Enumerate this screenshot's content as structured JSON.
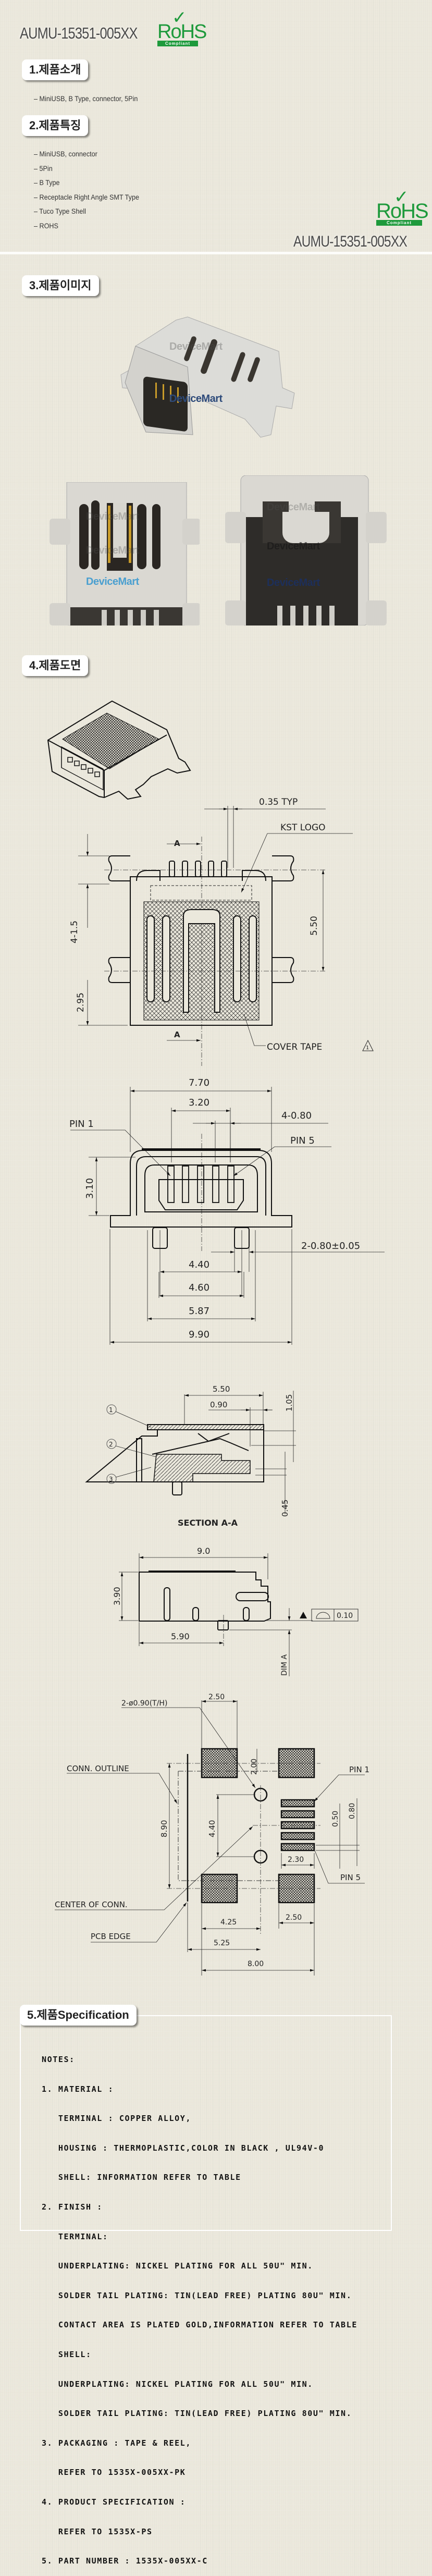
{
  "header": {
    "part_number": "AUMU-15351-005XX",
    "rohs_logo": "RoHS",
    "rohs_sub": "Compliant"
  },
  "sections": {
    "intro": {
      "title": "1.제품소개",
      "items": [
        "MiniUSB, B Type, connector, 5Pin"
      ]
    },
    "features": {
      "title": "2.제품특징",
      "items": [
        "MiniUSB, connector",
        "5Pin",
        "B Type",
        "Receptacle Right Angle SMT Type",
        "Tuco Type Shell",
        "ROHS"
      ]
    },
    "images": {
      "title": "3.제품이미지",
      "watermark": "DeviceMart"
    },
    "drawing": {
      "title": "4.제품도면"
    },
    "spec": {
      "title": "5.제품Specification"
    }
  },
  "drawing_labels": {
    "top_view": {
      "typ": "0.35 TYP",
      "logo": "KST LOGO",
      "section_mark_top": "A",
      "section_mark_bottom": "A",
      "dim_left_top": "4-1.5",
      "dim_left_bottom": "2.95",
      "dim_right": "5.50",
      "cover_tape": "COVER TAPE",
      "note_mark": "1"
    },
    "front_view": {
      "dim_770": "7.70",
      "dim_320": "3.20",
      "pitch": "4-0.80",
      "pin1": "PIN 1",
      "pin5": "PIN 5",
      "dim_310": "3.10",
      "leg": "2-0.80±0.05",
      "dim_440": "4.40",
      "dim_460": "4.60",
      "dim_587": "5.87",
      "dim_990": "9.90"
    },
    "section_view": {
      "dim_550": "5.50",
      "dim_090": "0.90",
      "dim_105": "1.05",
      "dim_045": "0.45",
      "callouts": [
        "1",
        "2",
        "3"
      ],
      "title": "SECTION A-A"
    },
    "side_view": {
      "dim_90": "9.0",
      "dim_390": "3.90",
      "dim_590": "5.90",
      "flatness": "0.10",
      "dim_a": "DIM A"
    },
    "footprint": {
      "hole": "2-ø0.90(T/H)",
      "dim_250_top": "2.50",
      "dim_200": "2.00",
      "conn_outline": "CONN. OUTLINE",
      "pin1": "PIN 1",
      "dim_890": "8.90",
      "dim_440": "4.40",
      "dim_050": "0.50",
      "dim_080": "0.80",
      "dim_230": "2.30",
      "pin5": "PIN 5",
      "center": "CENTER OF CONN.",
      "pcb_edge": "PCB EDGE",
      "dim_425": "4.25",
      "dim_250_bottom": "2.50",
      "dim_525": "5.25",
      "dim_800": "8.00"
    }
  },
  "spec_notes": [
    "NOTES:",
    "1. MATERIAL :",
    "   TERMINAL : COPPER ALLOY,",
    "   HOUSING : THERMOPLASTIC,COLOR IN BLACK , UL94V-0",
    "   SHELL: INFORMATION REFER TO TABLE",
    "2. FINISH :",
    "   TERMINAL:",
    "   UNDERPLATING: NICKEL PLATING FOR ALL 50U\" MIN.",
    "   SOLDER TAIL PLATING: TIN(LEAD FREE) PLATING 80U\" MIN.",
    "   CONTACT AREA IS PLATED GOLD,INFORMATION REFER TO TABLE",
    "   SHELL:",
    "   UNDERPLATING: NICKEL PLATING FOR ALL 50U\" MIN.",
    "   SOLDER TAIL PLATING: TIN(LEAD FREE) PLATING 80U\" MIN.",
    "3. PACKAGING : TAPE & REEL,",
    "   REFER TO 1535X-005XX-PK",
    "4. PRODUCT SPECIFICATION :",
    "   REFER TO 1535X-PS",
    "5. PART NUMBER : 1535X-005XX-C"
  ],
  "colors": {
    "background": "#ebe8dc",
    "rohs_green": "#1e9a3c",
    "watermark_blue": "#4a9fd0"
  }
}
